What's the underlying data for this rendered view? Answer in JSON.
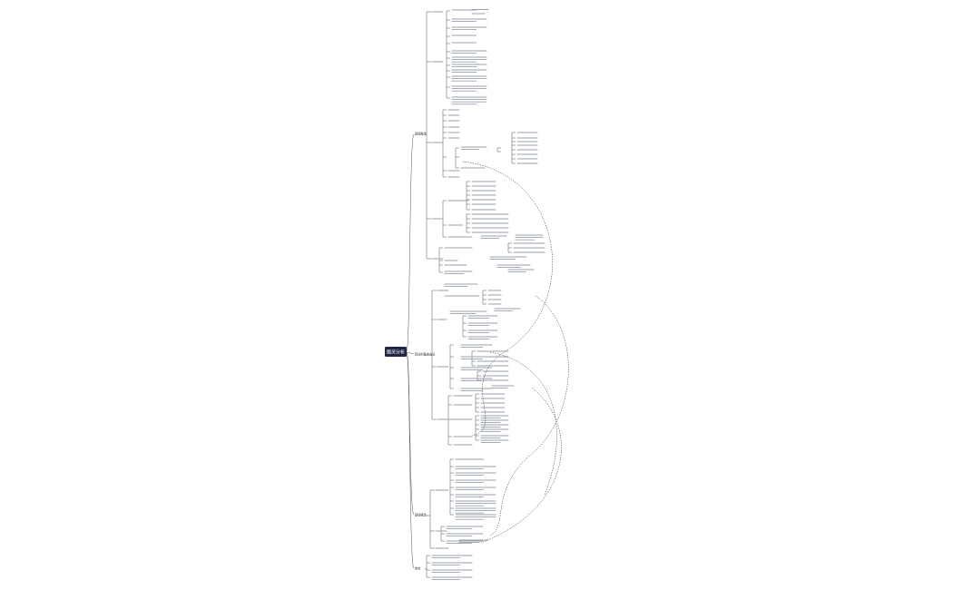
{
  "root": {
    "label": "图灵分析"
  },
  "branches": [
    {
      "label": "基础概念"
    },
    {
      "label": "算法的基本方法"
    },
    {
      "label": "基础概念"
    },
    {
      "label": "参考"
    }
  ],
  "callouts": [],
  "colors": {
    "root_fill": "#1f2544",
    "line": "#555555",
    "leaf": "#9aa0aa",
    "callout_fill": "#1f2544"
  }
}
